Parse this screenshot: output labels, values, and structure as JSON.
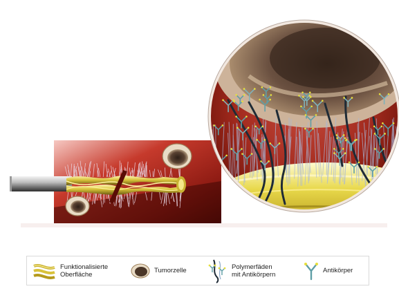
{
  "legend": {
    "items": [
      {
        "label": "Funktionalisierte\nOberfläche",
        "icon": "gold-fiber-bundle-icon"
      },
      {
        "label": "Tumorzelle",
        "icon": "tumor-cell-icon"
      },
      {
        "label": "Polymerfäden\nmit Antikörpern",
        "icon": "polymer-strand-icon"
      },
      {
        "label": "Antikörper",
        "icon": "antibody-icon"
      }
    ]
  },
  "colors": {
    "gold": "#d8c23a",
    "gold_light": "#f6ec9a",
    "vessel_red": "#b02a1e",
    "vessel_dark": "#5a0e08",
    "cell_brown": "#8b6a4a",
    "polymer_dark": "#1f2b36",
    "antibody_teal": "#5f9ea6",
    "antibody_tip": "#e8df3a"
  }
}
